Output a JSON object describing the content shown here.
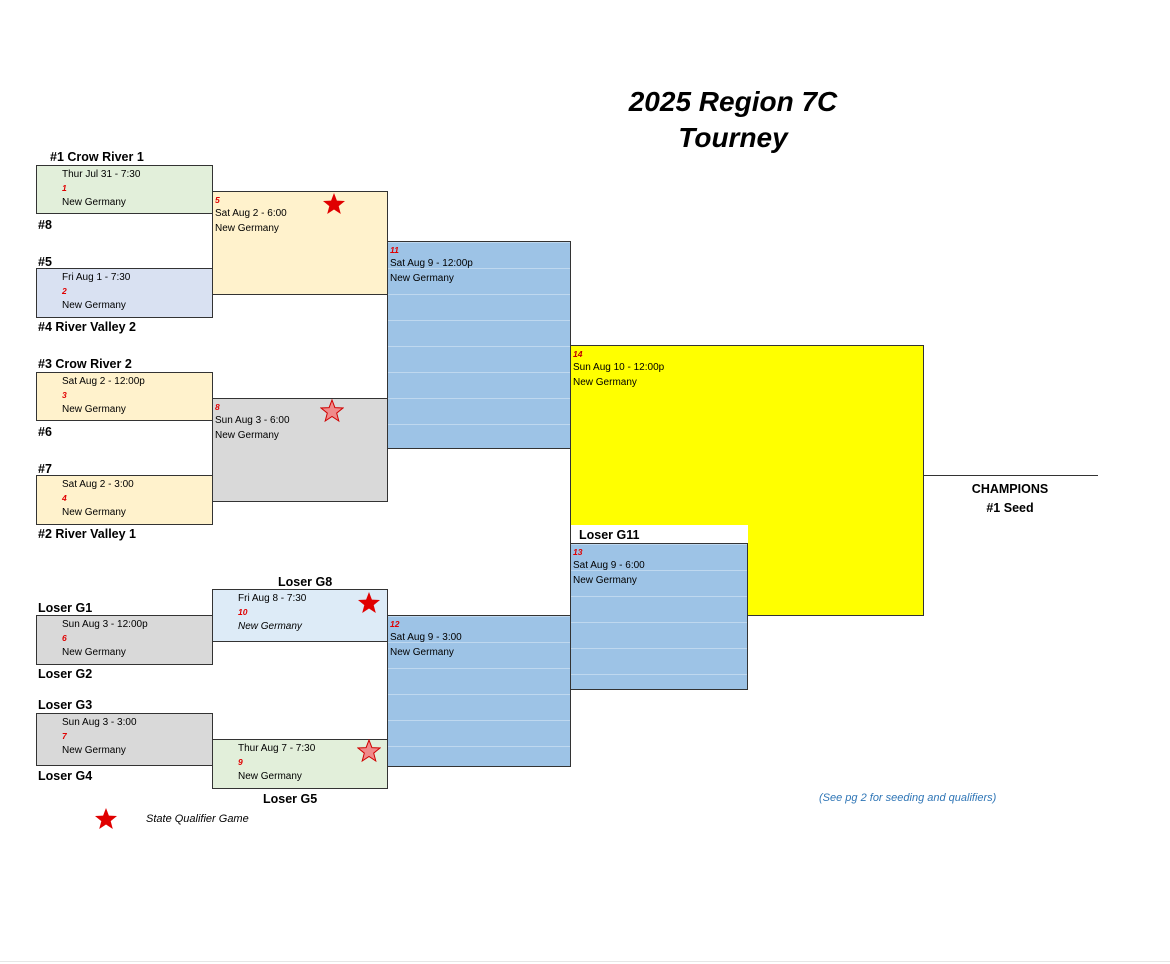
{
  "title": {
    "line1": "2025 Region 7C",
    "line2": "Tourney"
  },
  "teams": {
    "seed1": "#1 Crow River 1",
    "seed8": "#8",
    "seed5": "#5",
    "seed4": "#4 River Valley 2",
    "seed3": "#3 Crow River 2",
    "seed6": "#6",
    "seed7": "#7",
    "seed2": "#2 River Valley 1",
    "loser_g1": "Loser G1",
    "loser_g2": "Loser G2",
    "loser_g3": "Loser G3",
    "loser_g4": "Loser G4",
    "loser_g5": "Loser G5",
    "loser_g8": "Loser G8",
    "loser_g11": "Loser G11"
  },
  "games": {
    "g1": {
      "num": "1",
      "time": "Thur Jul 31 - 7:30",
      "location": "New Germany"
    },
    "g2": {
      "num": "2",
      "time": "Fri Aug 1 - 7:30",
      "location": "New Germany"
    },
    "g3": {
      "num": "3",
      "time": "Sat Aug 2 - 12:00p",
      "location": "New Germany"
    },
    "g4": {
      "num": "4",
      "time": "Sat Aug 2 - 3:00",
      "location": "New Germany"
    },
    "g5": {
      "num": "5",
      "time": "Sat Aug 2 - 6:00",
      "location": "New Germany"
    },
    "g6": {
      "num": "6",
      "time": "Sun Aug 3 - 12:00p",
      "location": "New Germany"
    },
    "g7": {
      "num": "7",
      "time": "Sun Aug 3 - 3:00",
      "location": "New Germany"
    },
    "g8": {
      "num": "8",
      "time": "Sun Aug 3 - 6:00",
      "location": "New Germany"
    },
    "g9": {
      "num": "9",
      "time": "Thur Aug 7 - 7:30",
      "location": "New Germany"
    },
    "g10": {
      "num": "10",
      "time": "Fri Aug 8 - 7:30",
      "location": "New Germany"
    },
    "g11": {
      "num": "11",
      "time": "Sat Aug 9 - 12:00p",
      "location": "New Germany"
    },
    "g12": {
      "num": "12",
      "time": "Sat Aug 9 - 3:00",
      "location": "New Germany"
    },
    "g13": {
      "num": "13",
      "time": "Sat Aug 9 - 6:00",
      "location": "New Germany"
    },
    "g14": {
      "num": "14",
      "time": "Sun Aug 10 - 12:00p",
      "location": "New Germany"
    }
  },
  "champions": {
    "line1": "CHAMPIONS",
    "line2": "#1 Seed"
  },
  "legend": {
    "label": "State Qualifier Game",
    "icon": "star-icon",
    "color": "#e00000"
  },
  "footnote": "(See pg 2 for seeding and qualifiers)",
  "colors": {
    "green": "#e2efda",
    "lavender": "#d9e1f2",
    "peach": "#fff2cc",
    "gray": "#d9d9d9",
    "blue": "#9dc3e6",
    "light_blue": "#ddebf7",
    "yellow": "#ffff00",
    "star_red": "#e00000"
  }
}
